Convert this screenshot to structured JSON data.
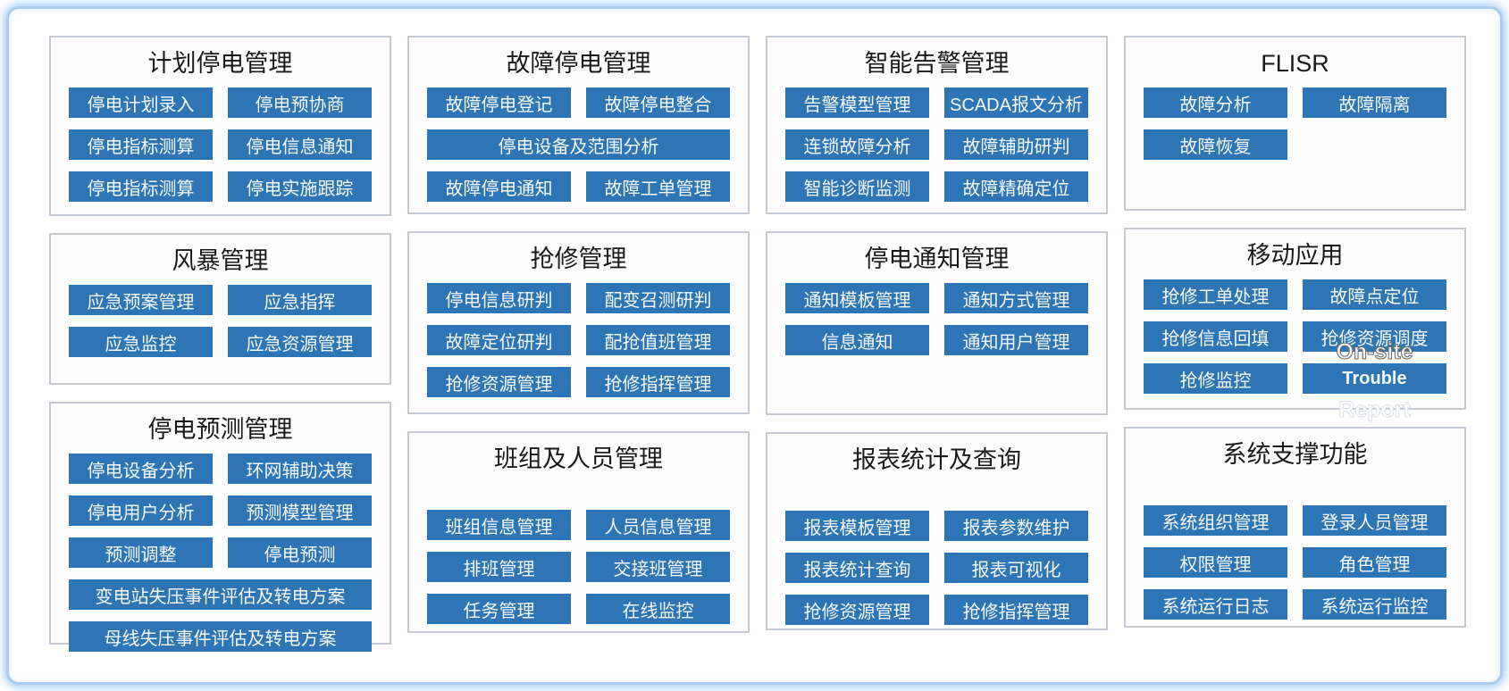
{
  "theme": {
    "button_blue": "#2e75b6",
    "button_text": "#ffffff",
    "panel_border_gray": "#c5c9d3",
    "frame_blue": "#a9cdf1",
    "title_color": "#1a1a1a"
  },
  "panels": [
    {
      "name": "planned-outage-management",
      "title": "计划停电管理",
      "buttons": [
        {
          "label": "停电计划录入"
        },
        {
          "label": "停电预协商"
        },
        {
          "label": "停电指标测算"
        },
        {
          "label": "停电信息通知"
        },
        {
          "label": "停电指标测算"
        },
        {
          "label": "停电实施跟踪"
        }
      ]
    },
    {
      "name": "fault-outage-management",
      "title": "故障停电管理",
      "buttons": [
        {
          "label": "故障停电登记"
        },
        {
          "label": "故障停电整合"
        },
        {
          "label": "停电设备及范围分析",
          "wide": true
        },
        {
          "label": "故障停电通知"
        },
        {
          "label": "故障工单管理"
        }
      ]
    },
    {
      "name": "intelligent-alarm-management",
      "title": "智能告警管理",
      "buttons": [
        {
          "label": "告警模型管理"
        },
        {
          "label": "SCADA报文分析"
        },
        {
          "label": "连锁故障分析"
        },
        {
          "label": "故障辅助研判"
        },
        {
          "label": "智能诊断监测"
        },
        {
          "label": "故障精确定位"
        }
      ]
    },
    {
      "name": "flisr",
      "title": "FLISR",
      "buttons": [
        {
          "label": "故障分析"
        },
        {
          "label": "故障隔离"
        },
        {
          "label": "故障恢复"
        }
      ]
    },
    {
      "name": "storm-management",
      "title": "风暴管理",
      "buttons": [
        {
          "label": "应急预案管理"
        },
        {
          "label": "应急指挥"
        },
        {
          "label": "应急监控"
        },
        {
          "label": "应急资源管理"
        }
      ]
    },
    {
      "name": "repair-management",
      "title": "抢修管理",
      "buttons": [
        {
          "label": "停电信息研判"
        },
        {
          "label": "配变召测研判"
        },
        {
          "label": "故障定位研判"
        },
        {
          "label": "配抢值班管理"
        },
        {
          "label": "抢修资源管理"
        },
        {
          "label": "抢修指挥管理"
        }
      ]
    },
    {
      "name": "outage-notification-management",
      "title": "停电通知管理",
      "buttons": [
        {
          "label": "通知模板管理"
        },
        {
          "label": "通知方式管理"
        },
        {
          "label": "信息通知"
        },
        {
          "label": "通知用户管理"
        }
      ]
    },
    {
      "name": "mobile-application",
      "title": "移动应用",
      "buttons": [
        {
          "label": "抢修工单处理"
        },
        {
          "label": "故障点定位"
        },
        {
          "label": "抢修信息回填"
        },
        {
          "label": "抢修资源调度",
          "overlay": "On-site",
          "overlay_style": "straddle"
        },
        {
          "label": "抢修监控"
        },
        {
          "label": "Trouble",
          "bold": true,
          "overlay": "Report",
          "overlay_style": "below"
        }
      ]
    },
    {
      "name": "outage-forecast-management",
      "title": "停电预测管理",
      "buttons": [
        {
          "label": "停电设备分析"
        },
        {
          "label": "环网辅助决策"
        },
        {
          "label": "停电用户分析"
        },
        {
          "label": "预测模型管理"
        },
        {
          "label": "预测调整"
        },
        {
          "label": "停电预测"
        },
        {
          "label": "变电站失压事件评估及转电方案",
          "wide": true
        },
        {
          "label": "母线失压事件评估及转电方案",
          "wide": true
        }
      ]
    },
    {
      "name": "team-and-personnel-management",
      "title": "班组及人员管理",
      "buttons": [
        {
          "label": "班组信息管理"
        },
        {
          "label": "人员信息管理"
        },
        {
          "label": "排班管理"
        },
        {
          "label": "交接班管理"
        },
        {
          "label": "任务管理"
        },
        {
          "label": "在线监控"
        }
      ]
    },
    {
      "name": "report-statistics-and-query",
      "title": "报表统计及查询",
      "buttons": [
        {
          "label": "报表模板管理"
        },
        {
          "label": "报表参数维护"
        },
        {
          "label": "报表统计查询"
        },
        {
          "label": "报表可视化"
        },
        {
          "label": "抢修资源管理"
        },
        {
          "label": "抢修指挥管理"
        }
      ]
    },
    {
      "name": "system-support-functions",
      "title": "系统支撑功能",
      "buttons": [
        {
          "label": "系统组织管理"
        },
        {
          "label": "登录人员管理"
        },
        {
          "label": "权限管理"
        },
        {
          "label": "角色管理"
        },
        {
          "label": "系统运行日志"
        },
        {
          "label": "系统运行监控"
        }
      ]
    }
  ]
}
